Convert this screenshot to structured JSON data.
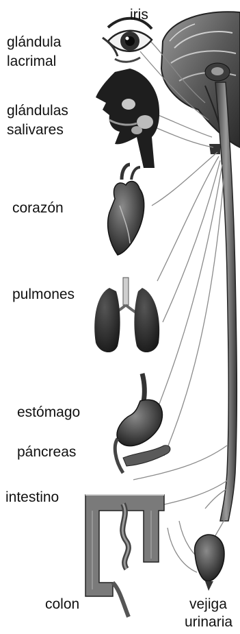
{
  "labels": {
    "iris": "iris",
    "glandula_1": "glándula",
    "glandula_2": "lacrimal",
    "salivares_1": "glándulas",
    "salivares_2": "salivares",
    "corazon": "corazón",
    "pulmones": "pulmones",
    "estomago": "estómago",
    "pancreas": "páncreas",
    "intestino": "intestino",
    "colon": "colon",
    "vejiga_1": "vejiga",
    "vejiga_2": "urinaria"
  },
  "colors": {
    "organ_dark": "#2a2a2a",
    "organ_mid": "#6a6a6a",
    "organ_light": "#b5b5b5",
    "nerve": "#8a8a8a",
    "text": "#111111"
  }
}
